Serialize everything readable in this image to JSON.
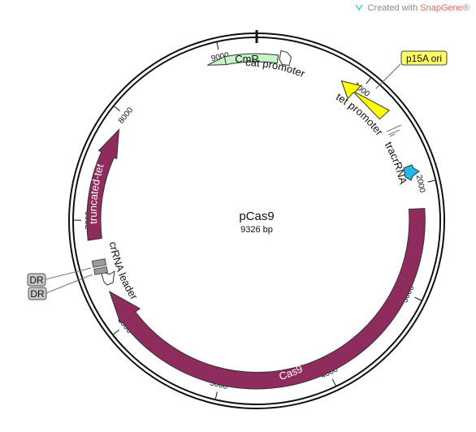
{
  "branding": {
    "created_with": "Created with ",
    "brand": "SnapGene",
    "mark": "®"
  },
  "plasmid": {
    "name": "pCas9",
    "length_label": "9326 bp",
    "total_bp": 9326
  },
  "ticks": [
    {
      "bp": 1000,
      "label": "1000"
    },
    {
      "bp": 2000,
      "label": "2000"
    },
    {
      "bp": 3000,
      "label": "3000"
    },
    {
      "bp": 4000,
      "label": "4000"
    },
    {
      "bp": 5000,
      "label": "5000"
    },
    {
      "bp": 6000,
      "label": "6000"
    },
    {
      "bp": 7000,
      "label": "7000"
    },
    {
      "bp": 8000,
      "label": "8000"
    },
    {
      "bp": 9000,
      "label": "9000"
    }
  ],
  "features": {
    "cmr": {
      "label": "CmR",
      "color": "#c6f5c6"
    },
    "cat_promoter": {
      "label": "cat promoter"
    },
    "p15a_ori": {
      "label": "p15A ori",
      "color": "#ffff00"
    },
    "tet_promoter": {
      "label": "tet promoter"
    },
    "tracrrna": {
      "label": "tracrRNA",
      "color": "#22b8e8"
    },
    "cas9": {
      "label": "Cas9",
      "color": "#8e2c5e"
    },
    "crrna_leader": {
      "label": "crRNA leader"
    },
    "truncated_tetac": {
      "label": "truncated-tetAC",
      "color": "#8e2c5e"
    },
    "dr_1": {
      "label": "DR",
      "color": "#c8c8c8"
    },
    "dr_2": {
      "label": "DR",
      "color": "#c8c8c8"
    }
  }
}
